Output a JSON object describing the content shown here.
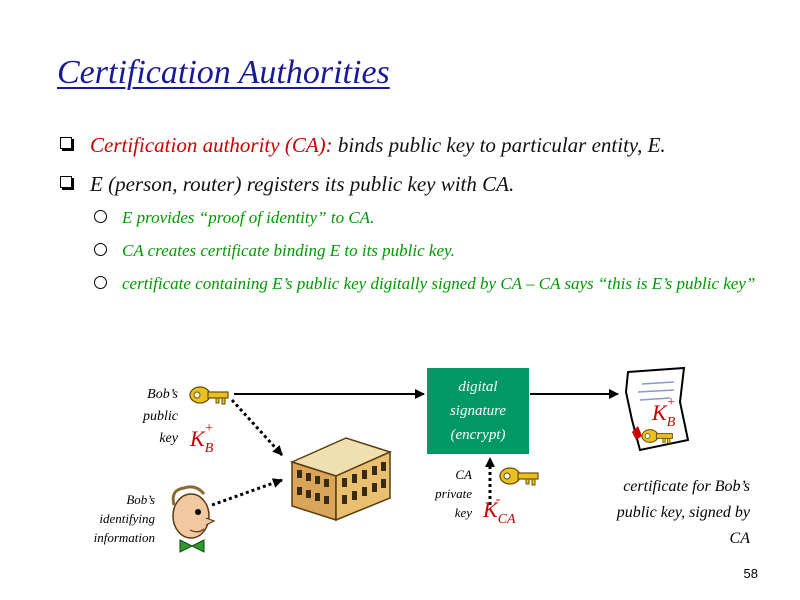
{
  "slide": {
    "title": "Certification Authorities",
    "bullets": [
      {
        "highlight": "Certification authority (CA):",
        "text": " binds public key to particular entity, E."
      },
      {
        "text": "E (person, router) registers its public key with CA."
      }
    ],
    "subbullets": [
      "E provides “proof of identity” to CA.",
      "CA creates certificate binding E to its public key.",
      "certificate containing E’s public key digitally signed by CA – CA says “this is E’s public key”"
    ],
    "page_number": "58"
  },
  "diagram": {
    "bob_public_key_label": [
      "Bob’s",
      "public",
      "key"
    ],
    "bob_identifying_label": [
      "Bob’s",
      "identifying",
      "information"
    ],
    "digital_signature_box": [
      "digital",
      "signature",
      "(encrypt)"
    ],
    "ca_private_key_label": [
      "CA",
      "private",
      "key"
    ],
    "certificate_caption": [
      "certificate for Bob’s",
      "public key, signed by",
      "CA"
    ],
    "key_bob_public": {
      "K": "K",
      "sub": "B",
      "sup": "+"
    },
    "key_ca_private": {
      "K": "K",
      "sub": "CA",
      "sup": "-"
    },
    "key_cert": {
      "K": "K",
      "sub": "B",
      "sup": "+"
    }
  },
  "colors": {
    "title": "#1a1a99",
    "highlight": "#cc0000",
    "subbullet": "#009900",
    "key_red": "#cc0000",
    "box_green": "#009966"
  }
}
